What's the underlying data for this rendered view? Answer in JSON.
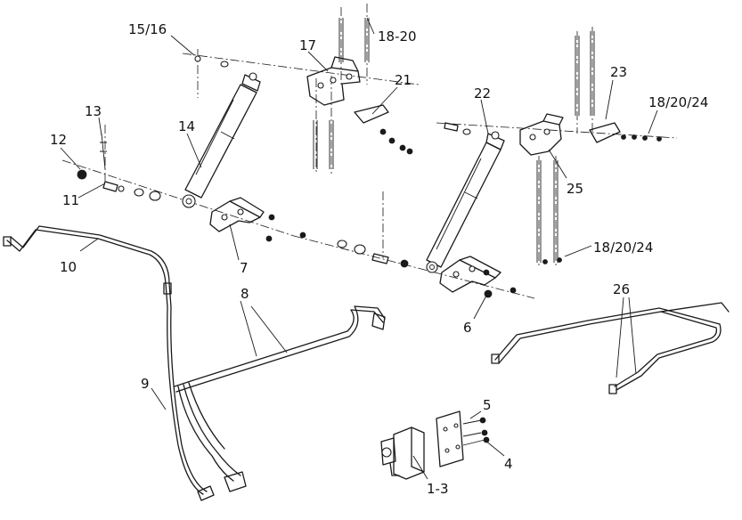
{
  "diagram": {
    "callouts": {
      "c1_3": "1-3",
      "c4": "4",
      "c5": "5",
      "c6": "6",
      "c7": "7",
      "c8": "8",
      "c9": "9",
      "c10": "10",
      "c11": "11",
      "c12": "12",
      "c13": "13",
      "c14": "14",
      "c15_16": "15/16",
      "c17": "17",
      "c18_20": "18-20",
      "c21": "21",
      "c22": "22",
      "c23": "23",
      "c18_20_24_top": "18/20/24",
      "c18_20_24_mid": "18/20/24",
      "c25": "25",
      "c26": "26"
    }
  }
}
